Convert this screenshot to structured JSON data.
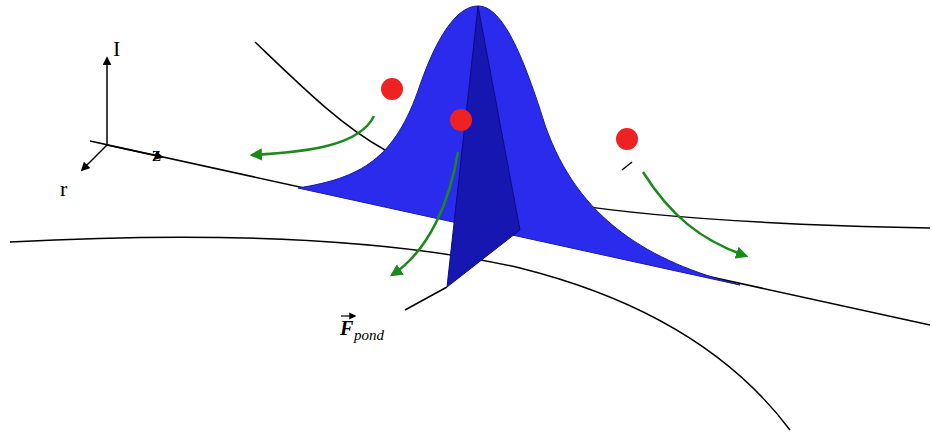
{
  "diagram": {
    "labels": [
      "I",
      "r",
      "z",
      "F",
      "pond"
    ]
  }
}
